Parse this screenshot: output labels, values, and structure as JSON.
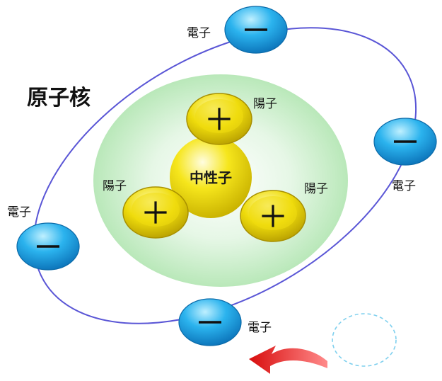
{
  "nucleus_label": "原子核",
  "neutron_label": "中性子",
  "proton_label": "陽子",
  "electron_label": "電子",
  "proton_sign": "+",
  "electron_sign": "−",
  "colors": {
    "orbit": "#5a56d6",
    "nucleus_fill": "#cdf0cd",
    "electron": "#1aa8e6",
    "proton": "#e6d000",
    "neutron": "#f4e400",
    "arrow": "#e81818",
    "dashed_circle": "#7fd0ee"
  },
  "labels": {
    "electron_top": "電子",
    "electron_right": "電子",
    "electron_left": "電子",
    "electron_bottom": "電子",
    "proton_top": "陽子",
    "proton_left": "陽子",
    "proton_right": "陽子"
  },
  "icons": {
    "electron": "minus-sign-disc",
    "proton": "plus-sign-disc",
    "motion": "curved-arrow-icon"
  }
}
